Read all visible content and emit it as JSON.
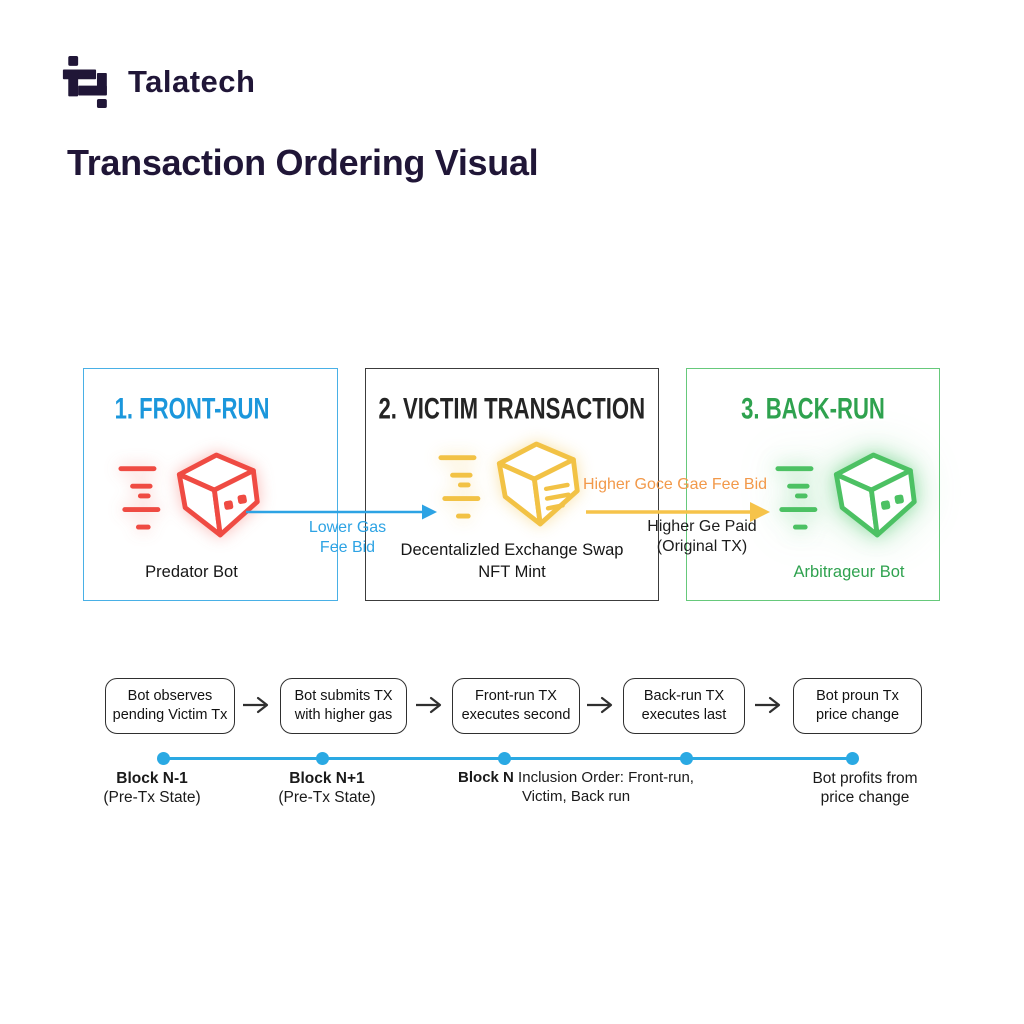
{
  "brand": {
    "name": "Talatech"
  },
  "page_title": "Transaction Ordering Visual",
  "colors": {
    "brand_ink": "#201637",
    "blue": "#1b97dc",
    "red": "#ef4b43",
    "yellow": "#f2c245",
    "orange": "#f2994a",
    "green": "#2fa24f",
    "dark": "#2f2f2f",
    "timeline_blue": "#2aa9e3"
  },
  "panels": [
    {
      "title": "1. FRONT-RUN",
      "caption": "Predator Bot"
    },
    {
      "title": "2. VICTIM TRANSACTION",
      "caption": "Decentalizled Exchange Swap",
      "caption2": "NFT Mint"
    },
    {
      "title": "3. BACK-RUN",
      "caption": "Arbitrageur Bot"
    }
  ],
  "arrows": {
    "lower": {
      "line1": "Lower Gas",
      "line2": "Fee Bid"
    },
    "higher": {
      "top_label": "Higher Goce Gae Fee Bid",
      "bottom_line1": "Higher Ge Paid",
      "bottom_line2": "(Original TX)"
    }
  },
  "flow_steps": [
    {
      "line1": "Bot observes",
      "line2": "pending Victim Tx"
    },
    {
      "line1": "Bot submits TX",
      "line2": "with higher gas"
    },
    {
      "line1": "Front-run TX",
      "line2": "executes second"
    },
    {
      "line1": "Back-run TX",
      "line2": "executes last"
    },
    {
      "line1": "Bot proun Tx",
      "line2": "price change"
    }
  ],
  "timeline": {
    "markers": [
      {
        "title": "Block N-1",
        "subtitle": "(Pre-Tx State)"
      },
      {
        "title": "Block N+1",
        "subtitle": "(Pre-Tx State)"
      },
      {
        "title_bold": "Block N",
        "title_rest": " Inclusion Order: Front-run,",
        "subtitle": "Victim,  Back run"
      },
      {
        "title": "Bot profits from",
        "subtitle": "price change"
      }
    ]
  }
}
